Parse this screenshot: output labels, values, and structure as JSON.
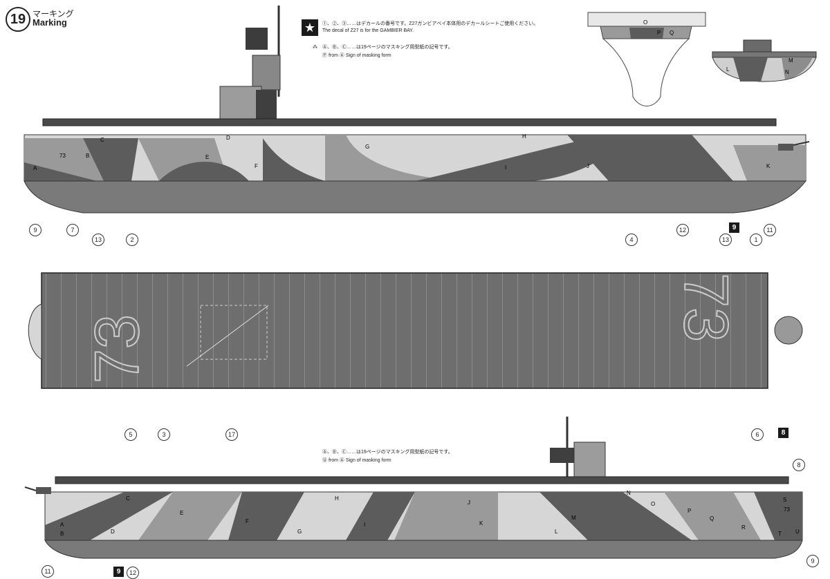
{
  "header": {
    "step_number": "19",
    "title_jp": "マーキング",
    "title_en": "Marking"
  },
  "notes_top": {
    "star_icon": "star-icon",
    "line1_jp": "①、②、③……はデカールの番号です。Z27ガンビアベイ本体用のデカールシートご使用ください。",
    "line2_en": "The decal of Z27 is for the GAMBIER BAY.",
    "line3_jp": "Ⓐ、Ⓑ、Ⓒ……は19ページのマスキング用型紙の記号です。",
    "line4_en": "Ⓟ from Ⓐ  Sign of masking form"
  },
  "notes_bottom": {
    "line1_jp": "Ⓐ、Ⓑ、Ⓒ……は19ページのマスキング用型紙の記号です。",
    "line2_en": "Ⓤ from Ⓐ  Sign of masking form"
  },
  "hull_number": "73",
  "colors": {
    "dark": "#5c5c5c",
    "mid": "#9a9a9a",
    "light": "#d6d6d6",
    "deck": "#6e6e6e",
    "hull_lower": "#7a7a7a"
  },
  "top_view": {
    "callouts_top": [
      "13",
      "2",
      "4",
      "13",
      "1"
    ],
    "callouts_bottom": [
      "5",
      "3",
      "17",
      "6"
    ],
    "square_badge": "8",
    "deck_number_fore": "73",
    "deck_number_aft": "73"
  },
  "side_view_1": {
    "callouts_bottom": [
      "9",
      "7",
      "12",
      "11"
    ],
    "square_badge": "9",
    "masking_letters": [
      "A",
      "B",
      "C",
      "D",
      "E",
      "F",
      "G",
      "H",
      "I",
      "J",
      "K"
    ]
  },
  "side_view_2": {
    "callouts": [
      "8",
      "11",
      "12",
      "9"
    ],
    "square_badge": "9",
    "masking_letters": [
      "A",
      "B",
      "C",
      "D",
      "E",
      "F",
      "G",
      "H",
      "I",
      "J",
      "K",
      "L",
      "M",
      "N",
      "O",
      "P",
      "Q",
      "R",
      "S",
      "T",
      "U"
    ]
  },
  "bow_view": {
    "letters": [
      "O",
      "P",
      "Q"
    ]
  },
  "stern_view": {
    "letters": [
      "L",
      "M",
      "N"
    ]
  }
}
